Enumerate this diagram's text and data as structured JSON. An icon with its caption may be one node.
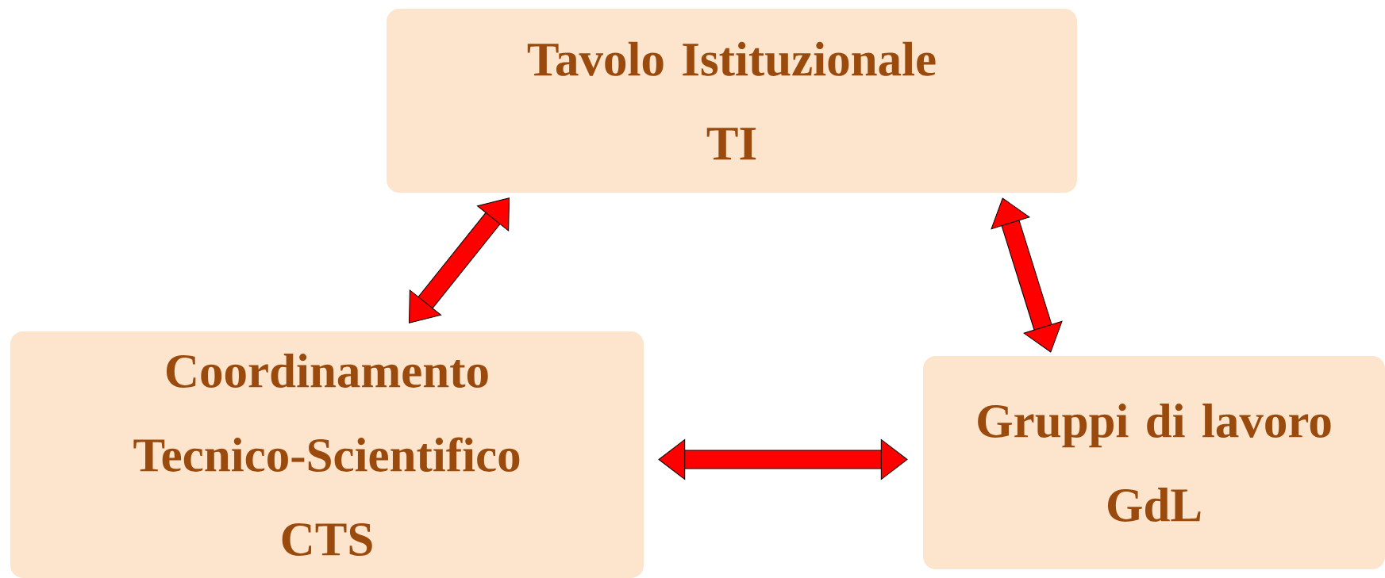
{
  "diagram": {
    "nodes": [
      {
        "text": [
          "Tavolo Istituzionale",
          "TI"
        ]
      },
      {
        "text": [
          "Coordinamento Tecnico-Scientifico",
          "CTS"
        ]
      },
      {
        "text": [
          "Gruppi di lavoro",
          "GdL"
        ]
      }
    ],
    "edges": [
      {
        "from": 0,
        "to": 1,
        "arrow": "both"
      },
      {
        "from": 0,
        "to": 2,
        "arrow": "both"
      },
      {
        "from": 1,
        "to": 2,
        "arrow": "both"
      }
    ]
  }
}
